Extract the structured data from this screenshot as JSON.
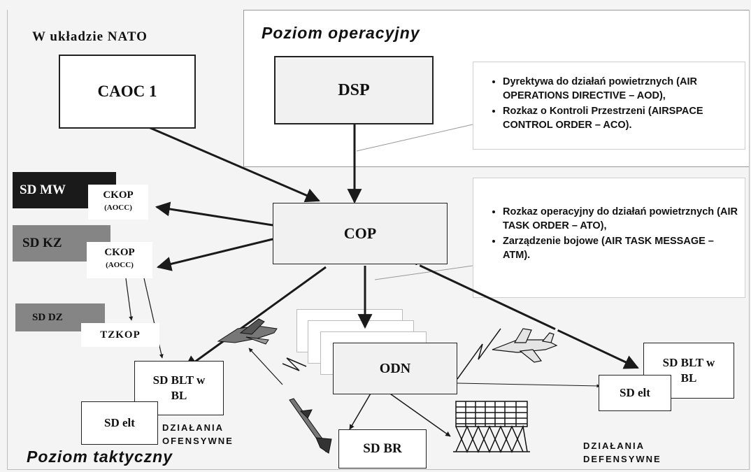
{
  "headings": {
    "nato": "W układzie NATO",
    "operational": "Poziom operacyjny",
    "tactical": "Poziom taktyczny"
  },
  "boxes": {
    "caoc": "CAOC 1",
    "dsp": "DSP",
    "cop": "COP",
    "odn": "ODN",
    "sd_br": "SD BR",
    "sd_blt_left": "SD BLT w BL",
    "sd_elt_left": "SD elt",
    "sd_blt_right": "SD BLT w BL",
    "sd_elt_right": "SD elt"
  },
  "sd_bars": {
    "mw": "SD MW",
    "kz": "SD KZ",
    "dz": "SD DZ"
  },
  "nodes": {
    "ckop1": "CKOP",
    "aocc1": "(AOCC)",
    "ckop2": "CKOP",
    "aocc2": "(AOCC)",
    "tzkop": "TZKOP"
  },
  "callout_top": [
    "Dyrektywa do działań powietrznych (AIR OPERATIONS DIRECTIVE – AOD),",
    "Rozkaz o Kontroli Przestrzeni (AIRSPACE CONTROL ORDER – ACO)."
  ],
  "callout_mid": [
    "Rozkaz operacyjny do działań powietrznych (AIR TASK ORDER – ATO),",
    "Zarządzenie bojowe (AIR TASK MESSAGE – ATM)."
  ],
  "labels": {
    "offensive_1": "DZIAŁANIA",
    "offensive_2": "OFENSYWNE",
    "defensive_1": "DZIAŁANIA",
    "defensive_2": "DEFENSYWNE"
  },
  "colors": {
    "line": "#1a1a1a",
    "dark_bar": "#1a1a1a",
    "gray_bar": "#858585"
  }
}
